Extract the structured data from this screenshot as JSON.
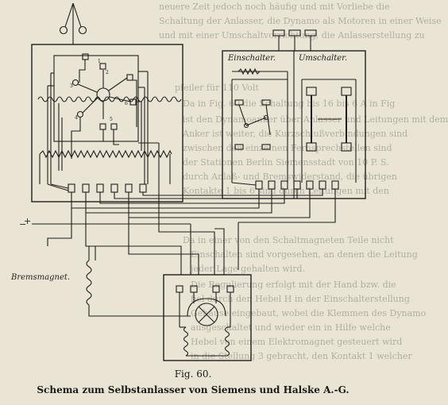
{
  "diagram": {
    "labels": {
      "einschalter": "Einschalter.",
      "umschalter": "Umschalter.",
      "bremsmagnet": "Bremsmagnet.",
      "contact_1": "1",
      "contact_2": "2",
      "contact_3": "3",
      "contact_4": "4",
      "contact_5": "5",
      "contact_6": "6",
      "minus": "−",
      "plus": "+"
    },
    "figure_number": "Fig. 60.",
    "caption": "Schema zum Selbstanlasser von Siemens und Halske A.-G."
  },
  "bleed_text": [
    "neuere Zeit jedoch noch häufig und mit Vorliebe die",
    "Schaltung der Anlasser, die Dynamo als Motoren in einer Weise",
    "und mit einer Umschaltvorrichtung, die Anlasserstellung zu",
    "pfeiler für 110 Volt",
    "Da in Fig. 60 die Schaltung bis 16 bis 6 A in Fig",
    "ist den Dynamoanker über Anlasser und Leitungen mit dem",
    "Anker ist weiter, die Kurzschlußverbindungen sind",
    "zwischen den einzelnen Fernsprechstellen sind",
    "der Stationen Berlin Siemensstadt von 10 P. S.",
    "durch Anlaß- und Bremswiderstand, die übrigen",
    "Kontakte 1 bis 6 sind durch Leitungen mit den",
    "Da in einer von den Schaltmagneten Teile nicht",
    "Einschalten sind vorgesehen, an denen die Leitung",
    "jeder Lage gehalten wird.",
    "Die Regulierung erfolgt mit der Hand bzw. die",
    "fiel durch den Hebel H in der Einschalterstellung",
    "Gehäuse eingebaut, wobei die Klemmen des Dynamo",
    "ausgeschaltet und wieder ein in Hilfe welche",
    "Hebel von einem Elektromagnet gesteuert wird",
    "in die Stellung 3 gebracht, den Kontakt 1 welcher"
  ]
}
